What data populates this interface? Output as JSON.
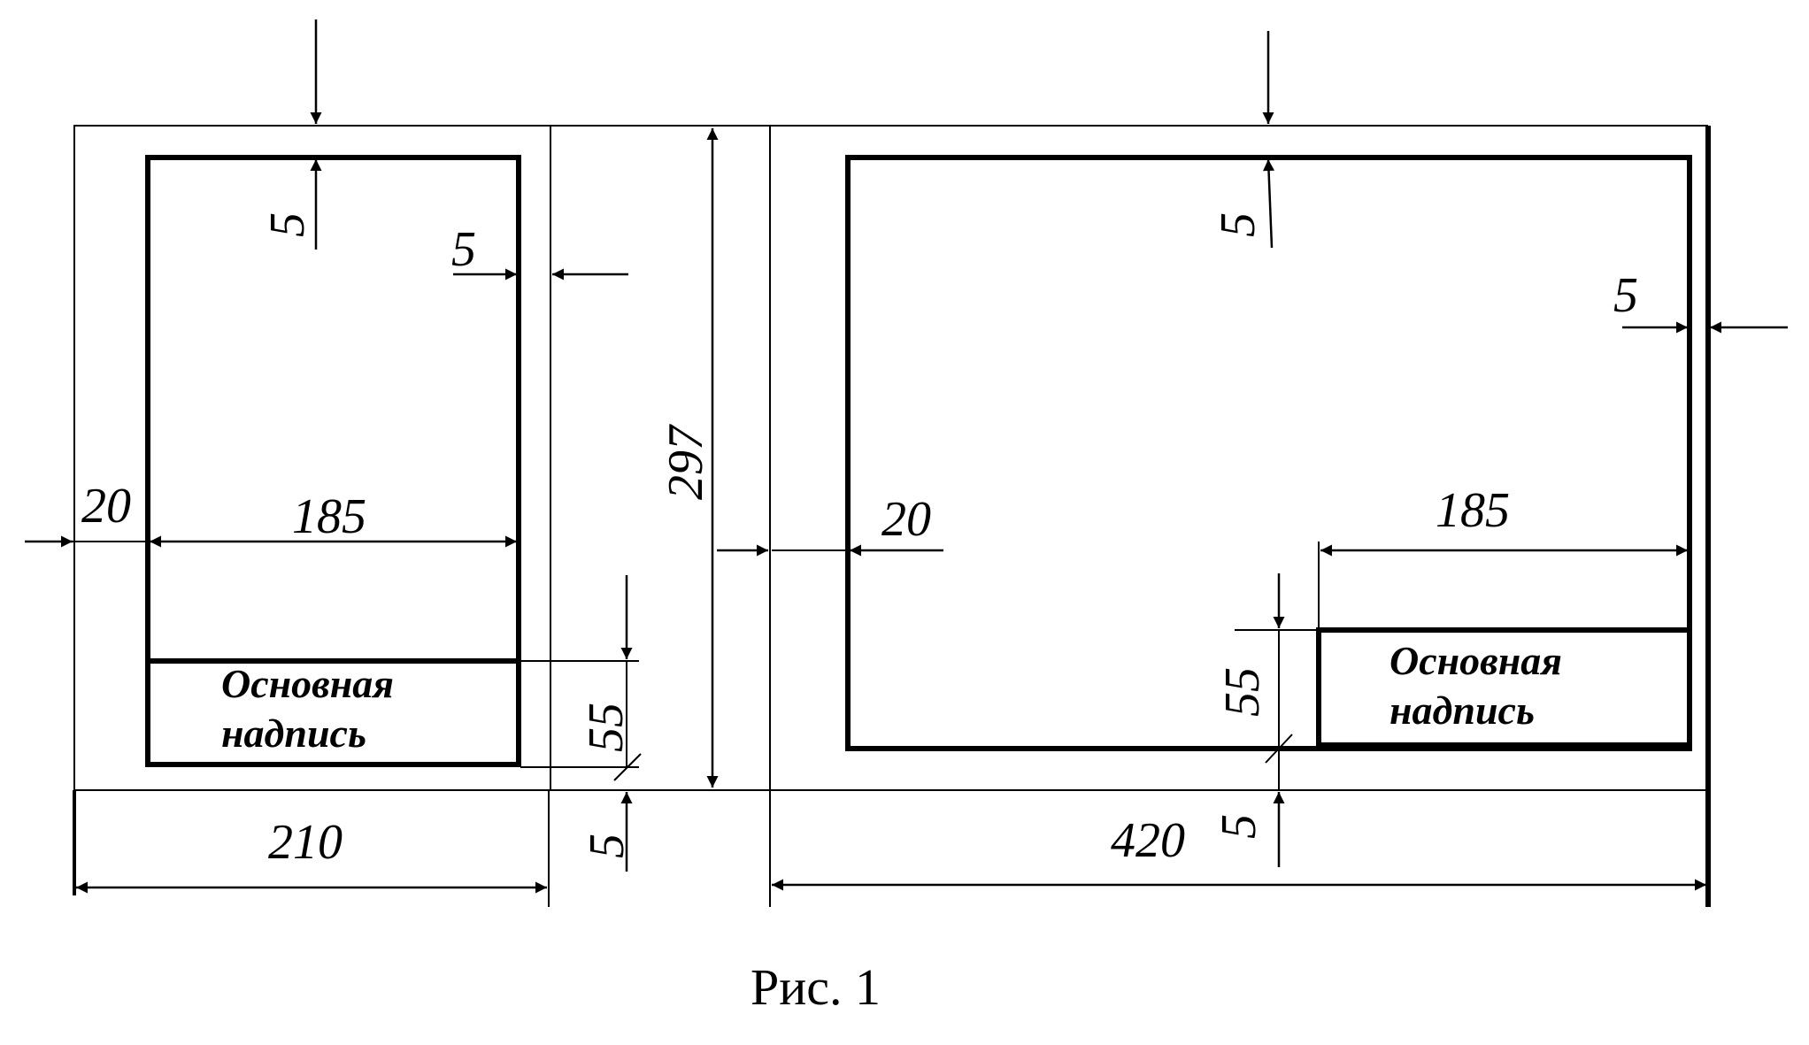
{
  "a4": {
    "margin_top": "5",
    "margin_right": "5",
    "margin_left": "20",
    "inner_width": "185",
    "title_block_height": "55",
    "margin_bottom": "5",
    "sheet_width": "210",
    "title_block_line1": "Основная",
    "title_block_line2": "надпись"
  },
  "sheet_height": "297",
  "a3": {
    "margin_top": "5",
    "margin_right": "5",
    "margin_left": "20",
    "inner_width": "185",
    "title_block_height": "55",
    "margin_bottom": "5",
    "sheet_width": "420",
    "title_block_line1": "Основная",
    "title_block_line2": "надпись"
  },
  "caption": "Рис. 1"
}
